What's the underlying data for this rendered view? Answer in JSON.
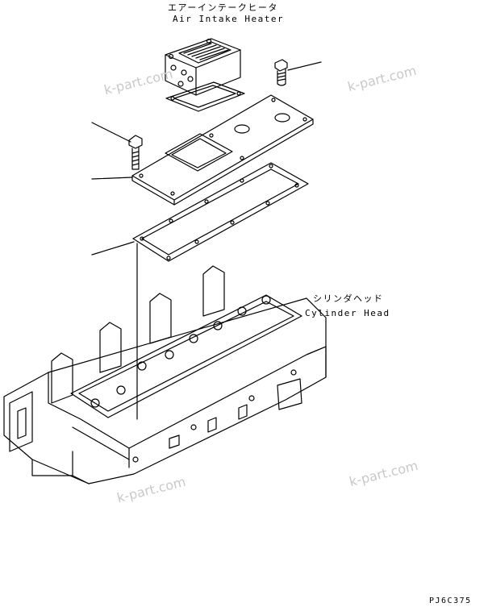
{
  "labels": {
    "air_intake_heater_jp": "エアーインテークヒータ",
    "air_intake_heater_en": "Air Intake Heater",
    "cylinder_head_jp": "シリンダヘッド",
    "cylinder_head_en": "Cylinder Head",
    "drawing_code": "PJ6C375"
  },
  "watermarks": [
    "k-part.com",
    "k-part.com",
    "k-part.com",
    "k-part.com"
  ],
  "colors": {
    "line": "#000000",
    "watermark": "#c8c8c8",
    "background": "#ffffff"
  }
}
